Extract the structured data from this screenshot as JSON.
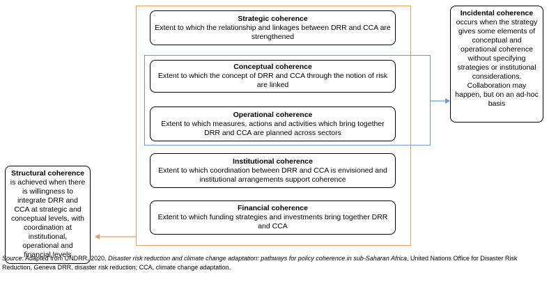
{
  "center_boxes": [
    {
      "title": "Strategic coherence",
      "desc": "Extent to which the relationship and linkages between DRR and CCA are strengthened"
    },
    {
      "title": "Conceptual coherence",
      "desc": "Extent to which the concept of DRR and CCA through the notion of risk are linked"
    },
    {
      "title": "Operational coherence",
      "desc": "Extent to which measures, actions and activities which bring together DRR and CCA are planned across sectors"
    },
    {
      "title": "Institutional coherence",
      "desc": "Extent to which coordination between DRR and CCA is envisioned and institutional arrangements support coherence"
    },
    {
      "title": "Financial coherence",
      "desc": "Extent to which funding strategies and investments bring together DRR and CCA"
    }
  ],
  "incidental": {
    "title": "Incidental coherence",
    "desc": "occurs when the strategy gives some elements of conceptual and operational coherence without specifying strategies or institutional considerations. Collaboration may happen, but on an ad-hoc basis"
  },
  "structural": {
    "title": "Structural coherence",
    "desc": "is achieved when there is willingness to integrate DRR and CCA at strategic and conceptual levels, with coordination at institutional, operational and financial levels"
  },
  "source": {
    "lead": "Source",
    "pre": ": Adapted from UNDRR, 2020, ",
    "title": "Disaster risk reduction and climate change adaptation: pathways for policy coherence in sub-Saharan Africa",
    "post": ", United Nations Office for Disaster Risk Reduction, Geneva",
    "note": "DRR, disaster risk reduction; CCA, climate change adaptation."
  },
  "colors": {
    "orange": "#e0a060",
    "blue": "#6f97d4"
  }
}
